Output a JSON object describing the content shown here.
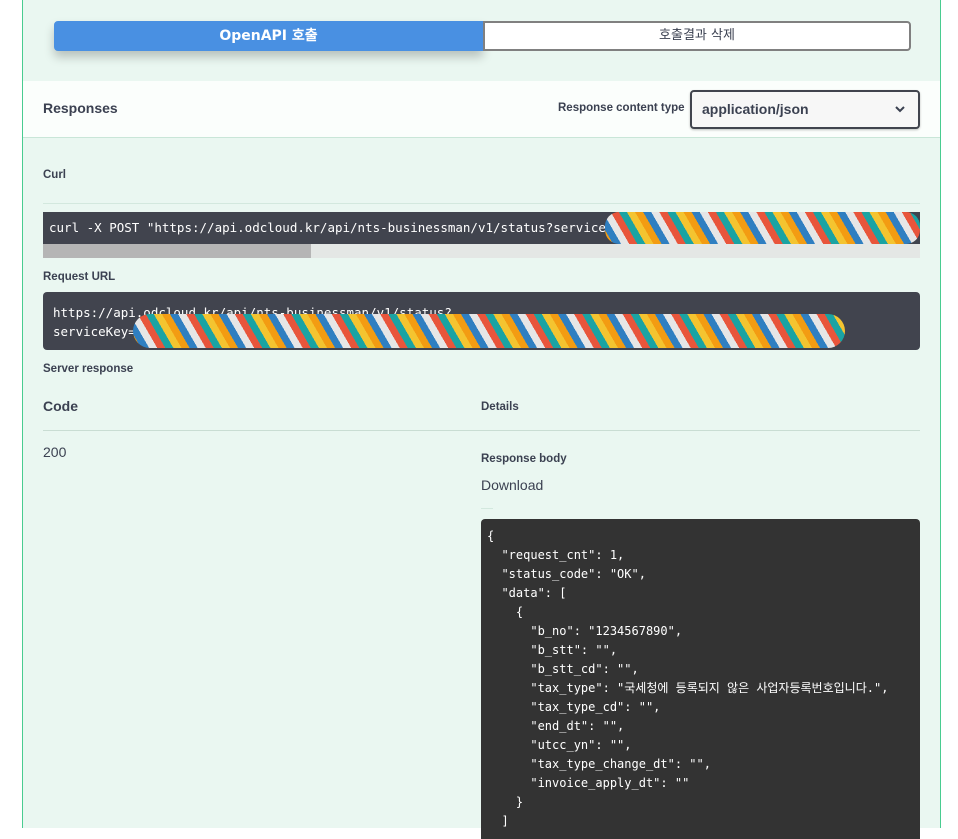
{
  "buttons": {
    "execute_label": "OpenAPI 호출",
    "clear_label": "호출결과 삭제"
  },
  "responses": {
    "title": "Responses",
    "content_type_label": "Response content type",
    "content_type_value": "application/json"
  },
  "curl": {
    "label": "Curl",
    "command": "curl -X POST \"https://api.odcloud.kr/api/nts-businessman/v1/status?serviceKey="
  },
  "request_url": {
    "label": "Request URL",
    "value": "https://api.odcloud.kr/api/nts-businessman/v1/status?\nserviceKey=y"
  },
  "server_response": {
    "label": "Server response",
    "code_header": "Code",
    "details_header": "Details",
    "code": "200",
    "body_label": "Response body",
    "download_label": "Download",
    "body": "{\n  \"request_cnt\": 1,\n  \"status_code\": \"OK\",\n  \"data\": [\n    {\n      \"b_no\": \"1234567890\",\n      \"b_stt\": \"\",\n      \"b_stt_cd\": \"\",\n      \"tax_type\": \"국세청에 등록되지 않은 사업자등록번호입니다.\",\n      \"tax_type_cd\": \"\",\n      \"end_dt\": \"\",\n      \"utcc_yn\": \"\",\n      \"tax_type_change_dt\": \"\",\n      \"invoice_apply_dt\": \"\"\n    }\n  ]"
  },
  "icons": {
    "select_chevron": "chevron-down-icon"
  },
  "colors": {
    "panel_bg": "#eaf7f1",
    "panel_border": "#49cc90",
    "execute_bg": "#4990e2",
    "code_bg": "#41444e",
    "response_body_bg": "#333333"
  }
}
